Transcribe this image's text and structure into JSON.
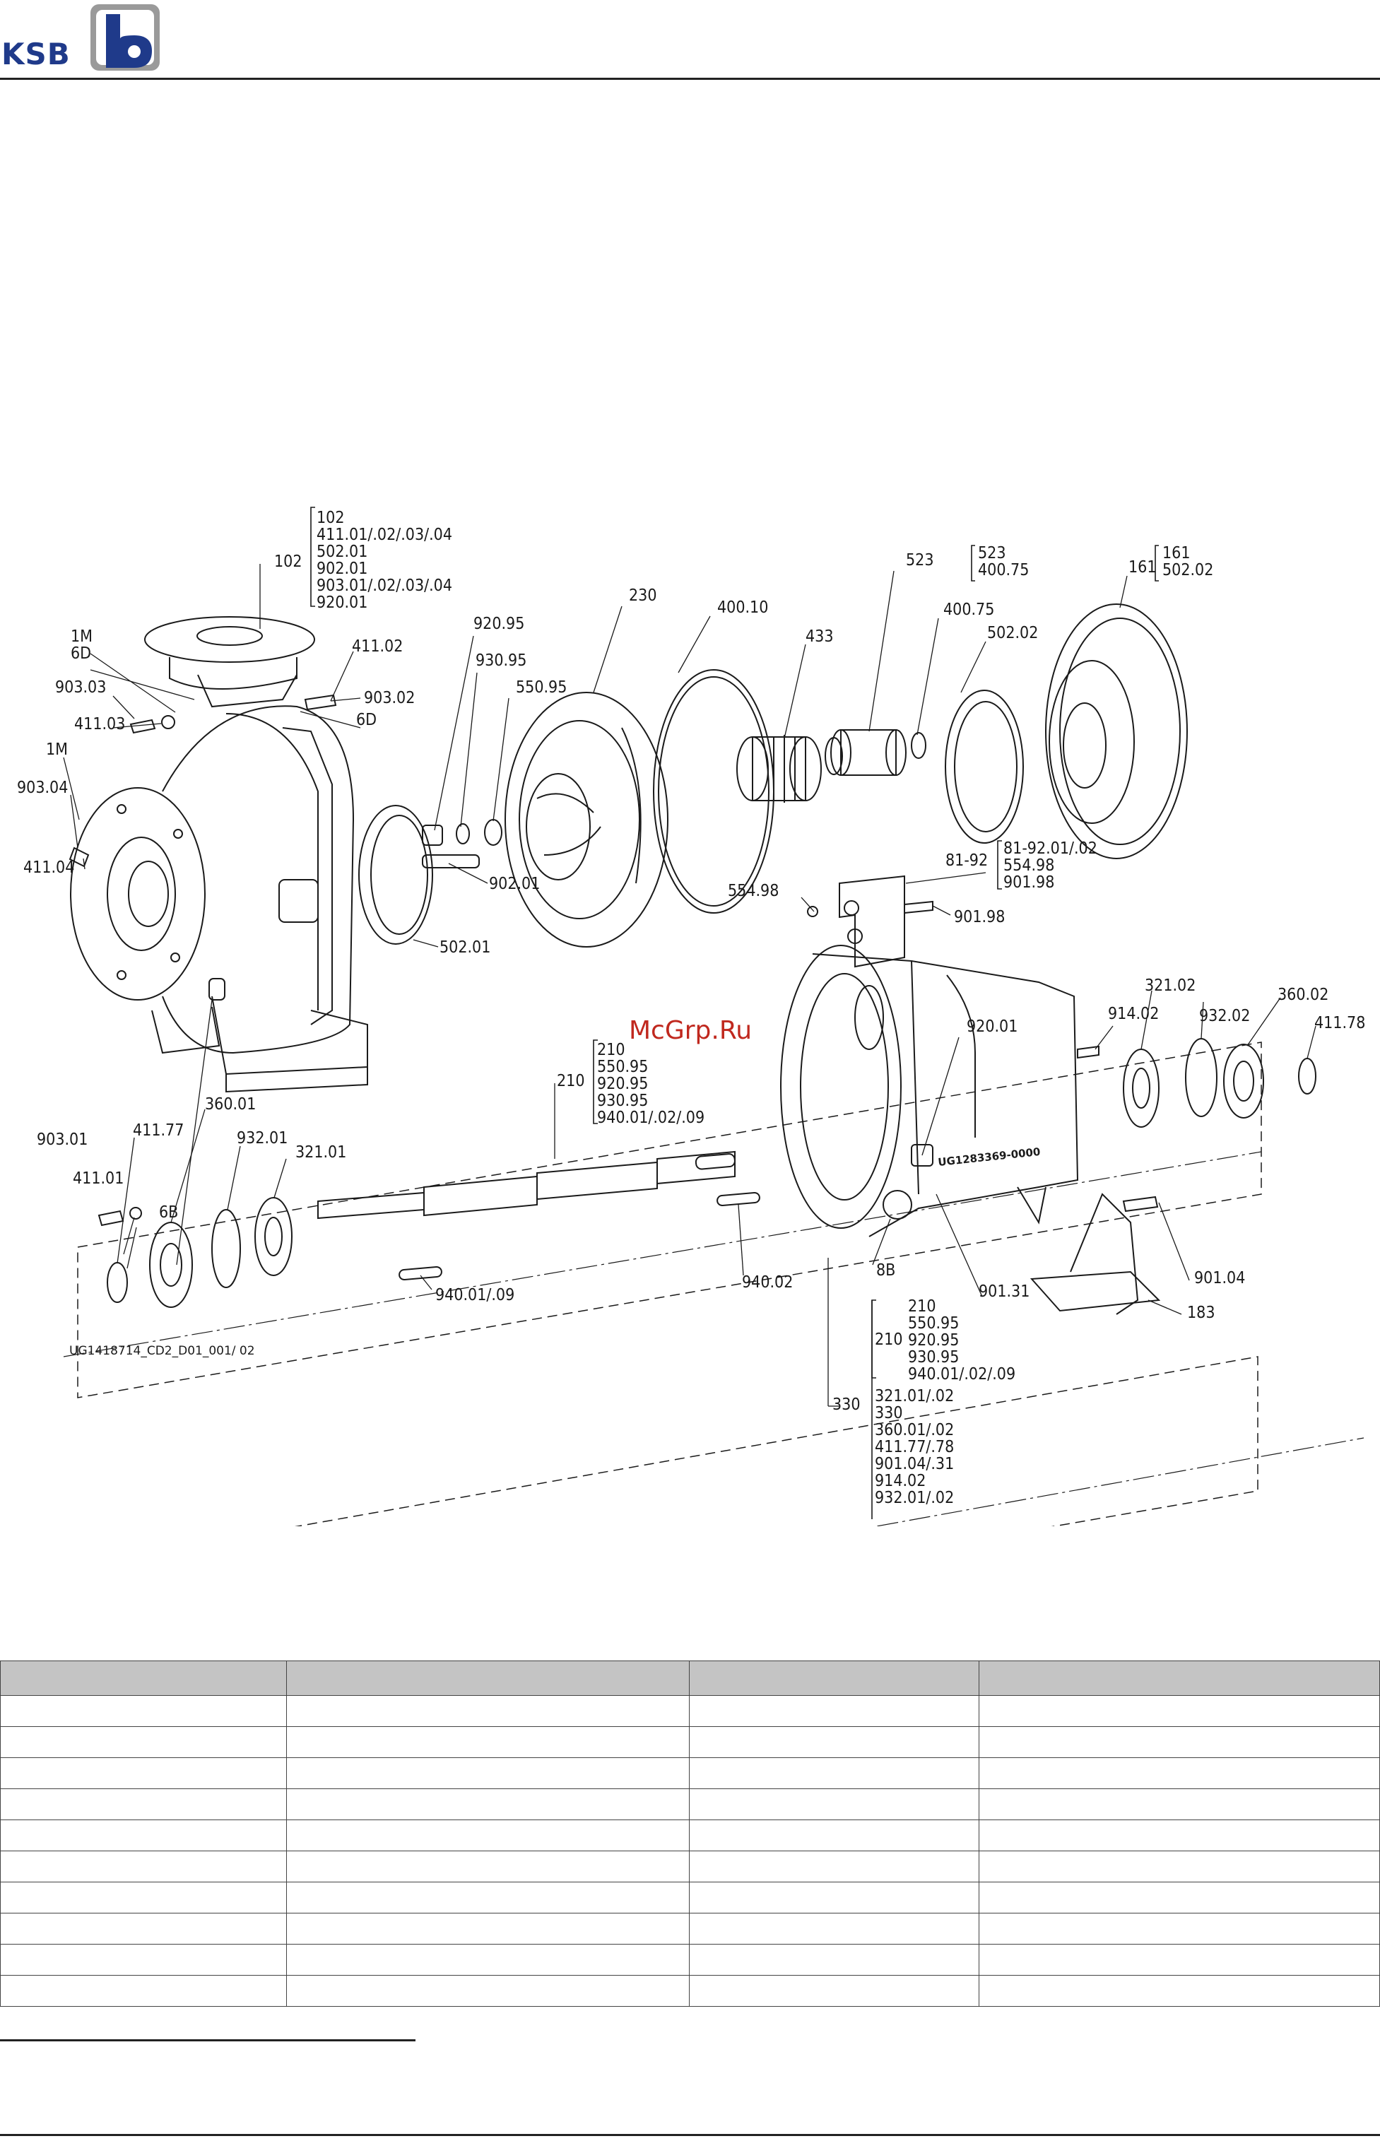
{
  "header": {
    "logo_text": "KSB"
  },
  "watermark": "McGrp.Ru",
  "drawing": {
    "drawing_id": "UG1418714_CD2_D01_001/ 02",
    "nameplate": "UG1283369-0000",
    "callouts": {
      "c102": "102",
      "c230": "230",
      "c400_10": "400.10",
      "c433": "433",
      "c523": "523",
      "c400_75": "400.75",
      "c502_02": "502.02",
      "c161": "161",
      "c1M_top": "1M",
      "c6D_top": "6D",
      "c411_02": "411.02",
      "c903_03": "903.03",
      "c903_02": "903.02",
      "c411_03": "411.03",
      "c6D": "6D",
      "c1M": "1M",
      "c903_04": "903.04",
      "c411_04": "411.04",
      "c920_95": "920.95",
      "c930_95": "930.95",
      "c550_95": "550.95",
      "c902_01": "902.01",
      "c502_01": "502.01",
      "c81_92": "81-92",
      "c554_98": "554.98",
      "c901_98": "901.98",
      "c903_01": "903.01",
      "c411_01": "411.01",
      "c6B": "6B",
      "c920_01": "920.01",
      "c914_02": "914.02",
      "c321_02": "321.02",
      "c932_02": "932.02",
      "c360_02": "360.02",
      "c411_78": "411.78",
      "c210": "210",
      "c411_77": "411.77",
      "c360_01": "360.01",
      "c932_01": "932.01",
      "c321_01": "321.01",
      "c901_31": "901.31",
      "c901_04": "901.04",
      "c8B": "8B",
      "c940_02": "940.02",
      "c940_01": "940.01/.09",
      "c183": "183",
      "c330": "330",
      "c210_group": "210"
    },
    "group_102": [
      "102",
      "411.01/.02/.03/.04",
      "502.01",
      "902.01",
      "903.01/.02/.03/.04",
      "920.01"
    ],
    "group_523": [
      "523",
      "400.75"
    ],
    "group_161": [
      "161",
      "502.02"
    ],
    "group_81_92": [
      "81-92.01/.02",
      "554.98",
      "901.98"
    ],
    "group_210": [
      "210",
      "550.95",
      "920.95",
      "930.95",
      "940.01/.02/.09"
    ],
    "group_330_sub": [
      "210",
      "550.95",
      "920.95",
      "930.95",
      "940.01/.02/.09"
    ],
    "group_330": [
      "321.01/.02",
      "330",
      "360.01/.02",
      "411.77/.78",
      "901.04/.31",
      "914.02",
      "932.01/.02"
    ]
  },
  "parts_table": {
    "columns": 4,
    "headers": [
      "",
      "",
      "",
      ""
    ],
    "row_count": 10
  }
}
